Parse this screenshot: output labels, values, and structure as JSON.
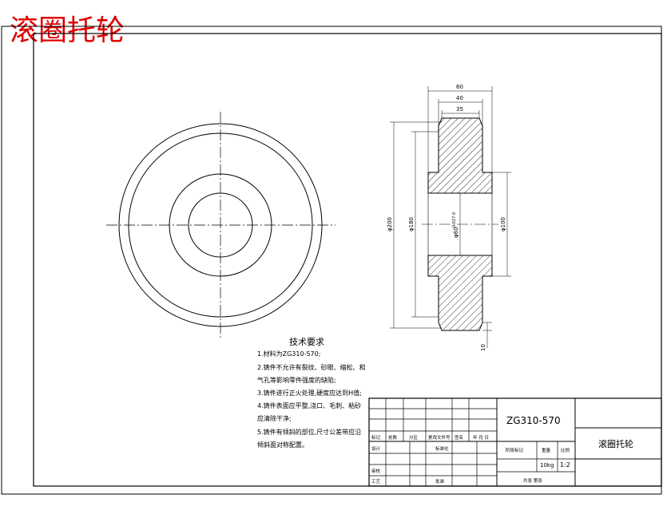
{
  "header": {
    "title": "滚圈托轮"
  },
  "section_view": {
    "dims": {
      "w60": "60",
      "w40": "40",
      "w35": "35",
      "d200": "φ200",
      "d180": "φ180",
      "d100": "φ100",
      "d60": "φ60",
      "bore_tol": "0.027 0",
      "gap": "10"
    }
  },
  "notes": {
    "title": "技术要求",
    "lines": [
      "1.材料为ZG310-570;",
      "2.铸件不允许有裂纹、砂眼、缩松、和",
      "气孔等影响零件强度的缺陷;",
      "3.铸件进行正火处理,硬度应达到H值;",
      "4.铸件表面应平整,浇口、毛刺、粘砂",
      "应清除干净;",
      "5.铸件有倾斜的部位,尺寸公差带应沿",
      "倾斜面对称配置。"
    ]
  },
  "title_block": {
    "material": "ZG310-570",
    "part_name": "滚圈托轮",
    "weight": "10kg",
    "scale": "1:2",
    "row_labels": [
      "标记",
      "处数",
      "分区",
      "更改文件号",
      "签名",
      "年 月 日"
    ],
    "designer": "设计",
    "standardize": "标准化",
    "check": "审核",
    "process": "工艺",
    "approve": "批准",
    "stage_label": "阶段标记",
    "weight_label": "重量",
    "scale_label": "比例",
    "sheet_info": "共张 第张"
  }
}
